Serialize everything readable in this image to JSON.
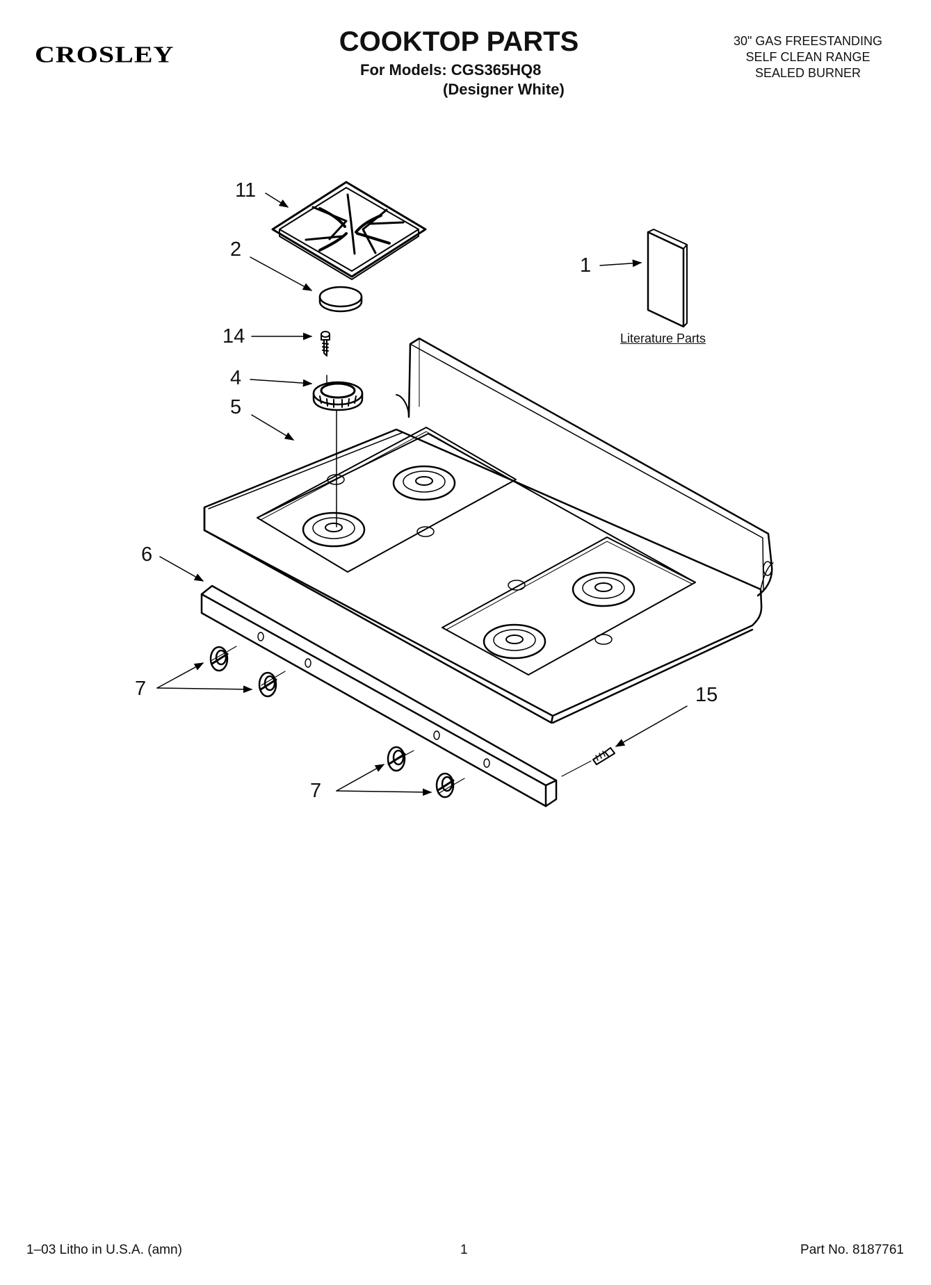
{
  "header": {
    "brand": "CROSLEY",
    "title": "COOKTOP PARTS",
    "models_line": "For Models: CGS365HQ8",
    "variant": "(Designer White)",
    "description": [
      "30\" GAS FREESTANDING",
      "SELF CLEAN RANGE",
      "SEALED BURNER"
    ]
  },
  "callouts": {
    "c11": "11",
    "c2": "2",
    "c14": "14",
    "c4": "4",
    "c5": "5",
    "c1": "1",
    "c6": "6",
    "c7a": "7",
    "c7b": "7",
    "c15": "15"
  },
  "literature_label": "Literature Parts",
  "footer": {
    "left": "1–03 Litho in U.S.A. (amn)",
    "center": "1",
    "right": "Part No. 8187761"
  }
}
